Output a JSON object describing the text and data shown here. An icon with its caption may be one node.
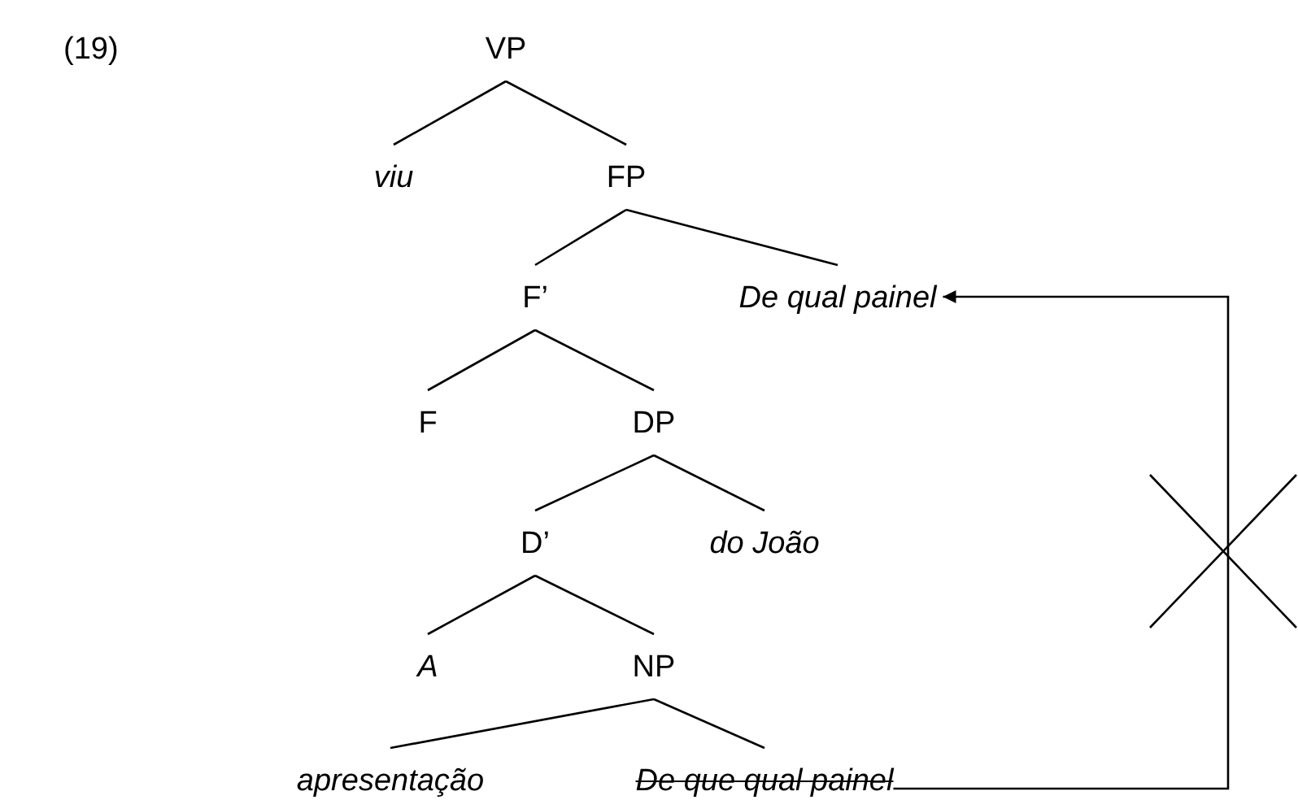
{
  "diagram": {
    "nodes": [
      {
        "text": [
          "VP"
        ]
      },
      {
        "text": [
          "viu"
        ]
      },
      {
        "text": [
          "FP"
        ]
      },
      {
        "text": [
          "F’"
        ]
      },
      {
        "text": [
          "De qual painel"
        ]
      },
      {
        "text": [
          "F"
        ]
      },
      {
        "text": [
          "DP"
        ]
      },
      {
        "text": [
          "D’"
        ]
      },
      {
        "text": [
          "do João"
        ]
      },
      {
        "text": [
          "A"
        ]
      },
      {
        "text": [
          "NP"
        ]
      },
      {
        "text": [
          "apresentação"
        ]
      },
      {
        "text": [
          "De que qual painel"
        ]
      }
    ],
    "edges": [
      {
        "from": 0,
        "to": 1,
        "arrow": "none"
      },
      {
        "from": 0,
        "to": 2,
        "arrow": "none"
      },
      {
        "from": 2,
        "to": 3,
        "arrow": "none"
      },
      {
        "from": 2,
        "to": 4,
        "arrow": "none"
      },
      {
        "from": 3,
        "to": 5,
        "arrow": "none"
      },
      {
        "from": 3,
        "to": 6,
        "arrow": "none"
      },
      {
        "from": 6,
        "to": 7,
        "arrow": "none"
      },
      {
        "from": 6,
        "to": 8,
        "arrow": "none"
      },
      {
        "from": 7,
        "to": 9,
        "arrow": "none"
      },
      {
        "from": 7,
        "to": 10,
        "arrow": "none"
      },
      {
        "from": 10,
        "to": 11,
        "arrow": "none"
      },
      {
        "from": 10,
        "to": 12,
        "arrow": "none"
      },
      {
        "from": 12,
        "to": 4,
        "arrow": "to"
      }
    ],
    "labels": [
      "(19)"
    ]
  }
}
